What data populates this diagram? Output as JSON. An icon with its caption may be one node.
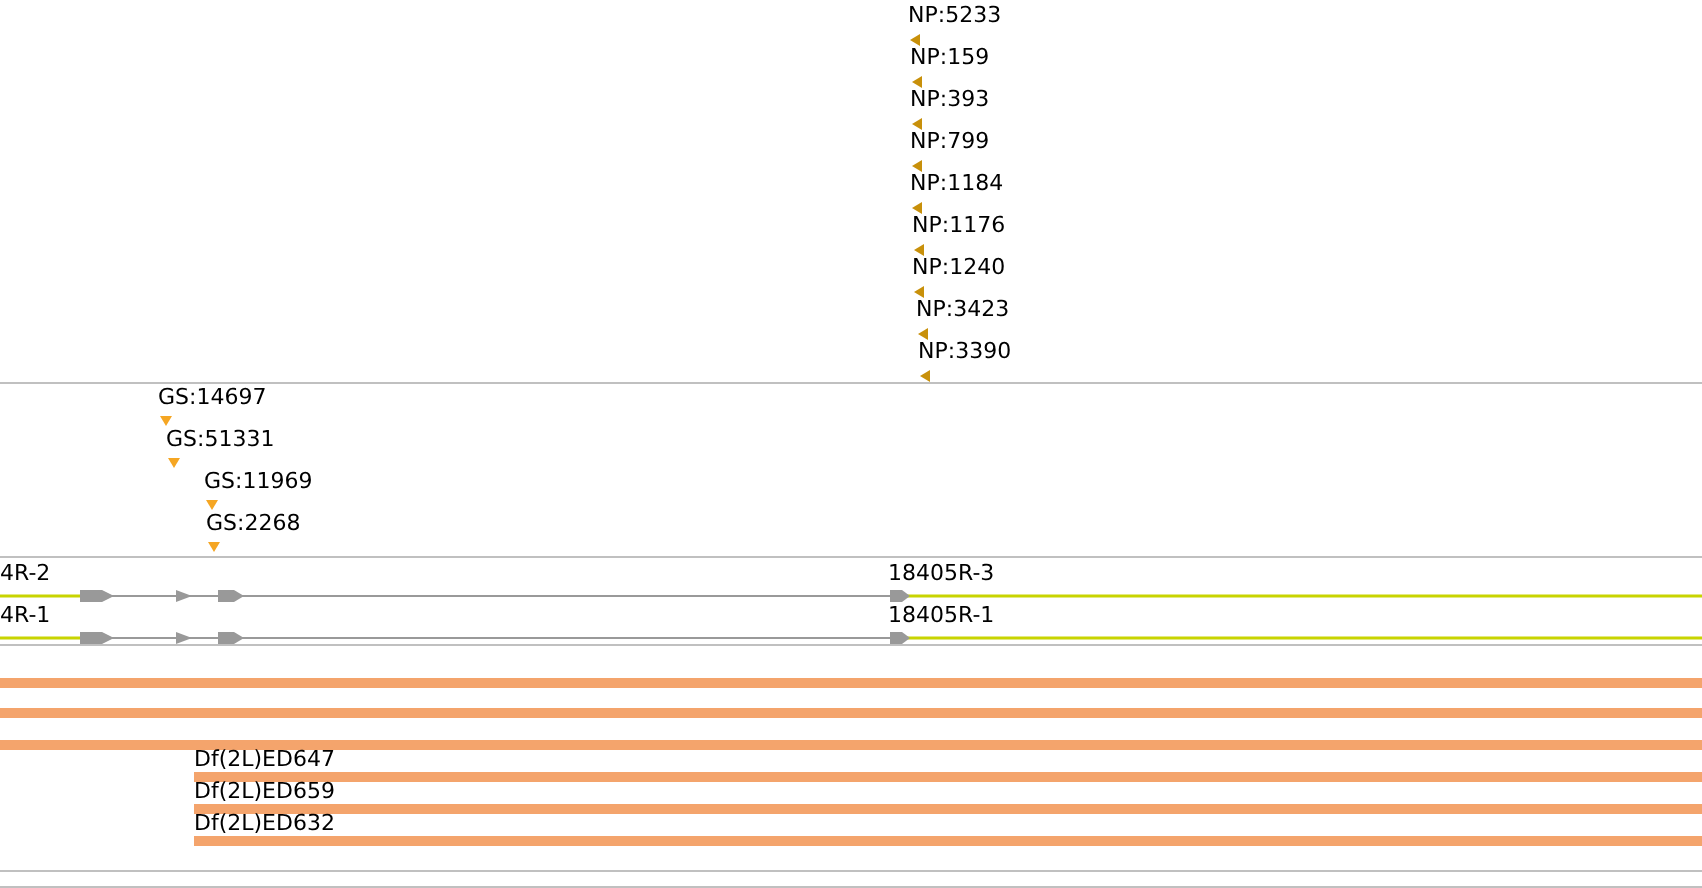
{
  "diagram": {
    "labels": [
      "NP:5233",
      "NP:159",
      "NP:393",
      "NP:799",
      "NP:1184",
      "NP:1176",
      "NP:1240",
      "NP:3423",
      "NP:3390",
      "GS:14697",
      "GS:51331",
      "GS:11969",
      "GS:2268",
      "4R-2",
      "18405R-3",
      "4R-1",
      "18405R-1",
      "Df(2L)ED647",
      "Df(2L)ED659",
      "Df(2L)ED632"
    ]
  }
}
